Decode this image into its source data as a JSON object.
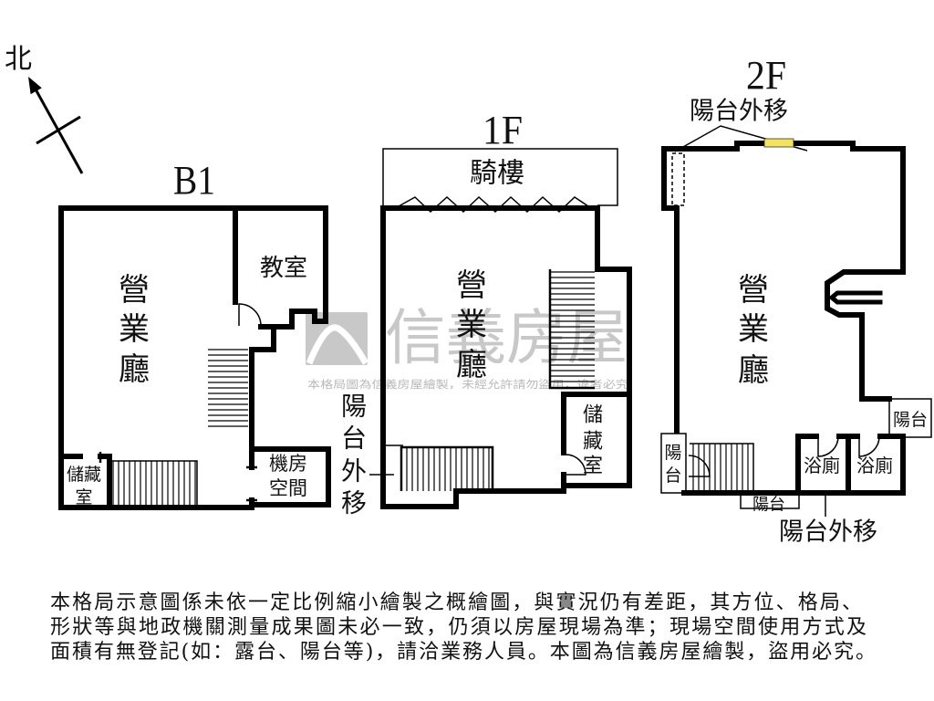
{
  "compass": {
    "north": "北"
  },
  "floors": {
    "b1": {
      "label": "B1",
      "hall": [
        "營",
        "業",
        "廳"
      ],
      "classroom": "教室",
      "storage": [
        "儲藏",
        "室"
      ],
      "machine_room": [
        "機房",
        "空間"
      ]
    },
    "f1": {
      "label": "1F",
      "arcade": "騎樓",
      "hall": [
        "營",
        "業",
        "廳"
      ],
      "storage": [
        "儲",
        "藏",
        "室"
      ],
      "balcony_relocated": [
        "陽",
        "台",
        "外",
        "移"
      ]
    },
    "f2": {
      "label": "2F",
      "balcony_relocated_top": "陽台外移",
      "hall": [
        "營",
        "業",
        "廳"
      ],
      "balcony_right": "陽台",
      "balcony_left": [
        "陽",
        "台"
      ],
      "bathrooms": [
        "浴廁",
        "浴廁"
      ],
      "balcony_bottom": "陽台",
      "balcony_relocated_bottom": "陽台外移"
    }
  },
  "watermark": {
    "brand": "信義房屋",
    "notice": "本格局圖為信義房屋繪製，未經允許請勿盜用，違者必究"
  },
  "disclaimer": {
    "lines": [
      "本格局示意圖係未依一定比例縮小繪製之概繪圖，與實況仍有差距，其方位、格局、",
      "形狀等與地政機關測量成果圖未必一致，仍須以房屋現場為準；現場空間使用方式及",
      "面積有無登記(如：露台、陽台等)，請洽業務人員。本圖為信義房屋繪製，盜用必究。"
    ]
  },
  "colors": {
    "wall": "#000000",
    "background": "#ffffff",
    "watermark": "#c8c8c8",
    "window": "#f3e35a"
  }
}
